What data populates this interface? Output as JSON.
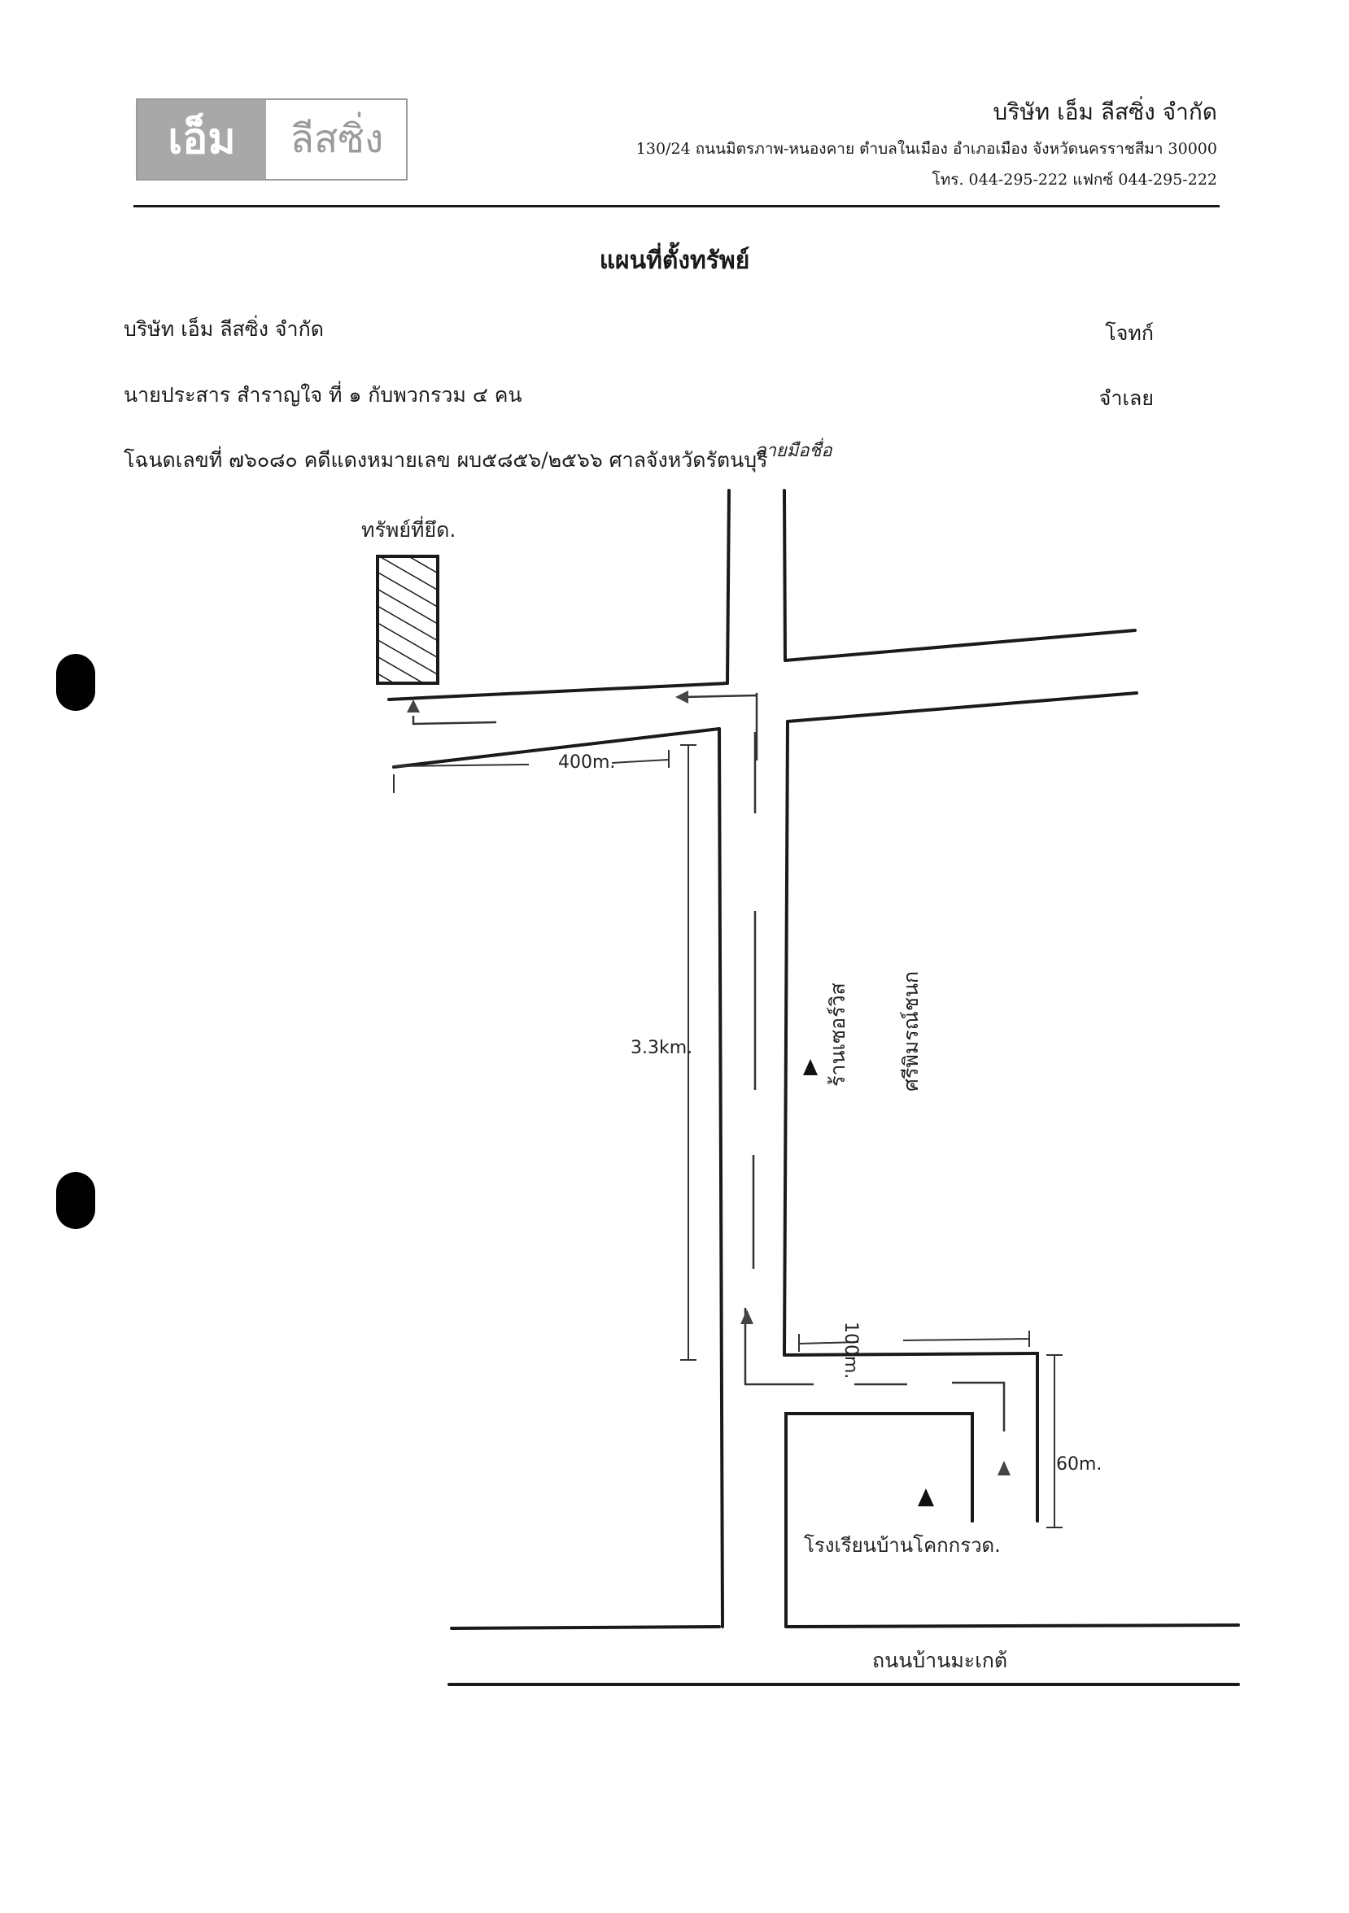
{
  "header": {
    "logo_left": "เอ็ม",
    "logo_right": "ลีสซิ่ง",
    "company_name": "บริษัท เอ็ม ลีสซิ่ง จำกัด",
    "address": "130/24 ถนนมิตรภาพ-หนองคาย ตำบลในเมือง อำเภอเมือง จังหวัดนครราชสีมา 30000",
    "phone": "โทร. 044-295-222   แฟกซ์ 044-295-222"
  },
  "document": {
    "title": "แผนที่ตั้งทรัพย์",
    "plaintiff": "บริษัท เอ็ม ลีสซิ่ง จำกัด",
    "plaintiff_role": "โจทก์",
    "defendant": "นายประสาร สำราญใจ ที่ ๑ กับพวกรวม ๔ คน",
    "defendant_role": "จำเลย",
    "deed_line": "โฉนดเลขที่ ๗๖๐๘๐ คดีแดงหมายเลข ผบ๕๘๕๖/๒๕๖๖ ศาลจังหวัดรัตนบุรี",
    "signature": "ลายมือชื่อ"
  },
  "map": {
    "property_label": "ทรัพย์ที่ยึด.",
    "dist_400": "400m.",
    "dist_33km": "3.3km.",
    "dist_100": "100m.",
    "dist_60": "60m.",
    "shop_label_1": "ร้านเซอร์วิส",
    "shop_label_2": "ศรีพิมรณ์ชนก",
    "factory_label": "โรงเรียนบ้านโคกกรวด.",
    "road_label": "ถนนบ้านมะเกต้"
  }
}
